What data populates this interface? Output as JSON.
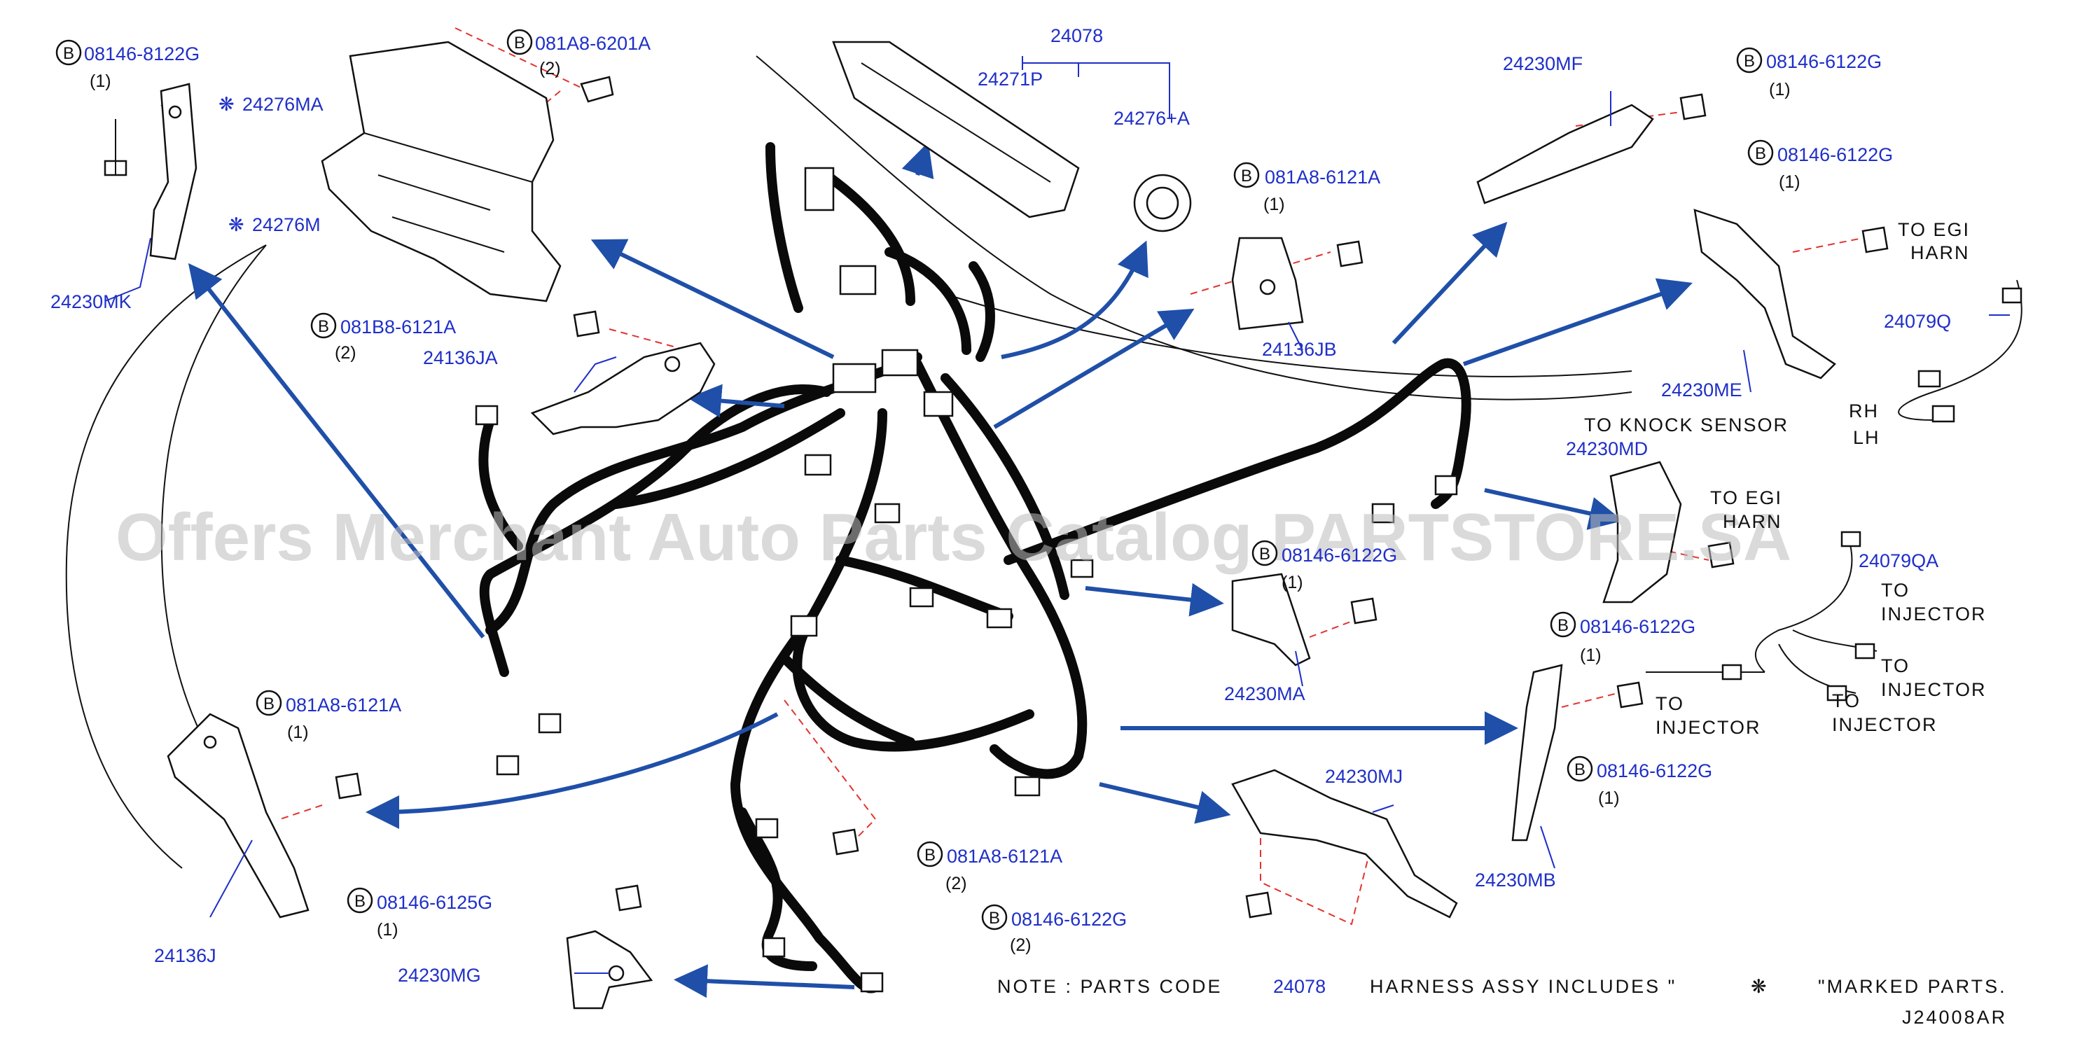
{
  "colors": {
    "part_number": "#1f2fc8",
    "arrow": "#1f4fa8",
    "dashed_line": "#e2342f",
    "harness": "#0a0a0a"
  },
  "watermark": "Offers Merchant Auto Parts Catalog PARTSTORE.SA",
  "bolt_badge_letter": "B",
  "callouts": [
    {
      "pn": "08146-8122G",
      "qty": "(1)",
      "badge": true
    },
    {
      "pn": "081A8-6201A",
      "qty": "(2)",
      "badge": true
    },
    {
      "pn": "24276MA",
      "marked": true
    },
    {
      "pn": "24276M",
      "marked": true
    },
    {
      "pn": "24230MK"
    },
    {
      "pn": "081B8-6121A",
      "qty": "(2)",
      "badge": true
    },
    {
      "pn": "24136JA"
    },
    {
      "pn": "24078"
    },
    {
      "pn": "24271P"
    },
    {
      "pn": "24276+A"
    },
    {
      "pn": "081A8-6121A",
      "qty": "(1)",
      "badge": true
    },
    {
      "pn": "24136JB"
    },
    {
      "pn": "24230MF"
    },
    {
      "pn": "08146-6122G",
      "qty": "(1)",
      "badge": true
    },
    {
      "pn": "08146-6122G",
      "qty": "(1)",
      "badge": true
    },
    {
      "pn": "24079Q"
    },
    {
      "pn": "24230ME"
    },
    {
      "pn": "24230MD"
    },
    {
      "pn": "24079QA"
    },
    {
      "pn": "08146-6122G",
      "qty": "(1)",
      "badge": true
    },
    {
      "pn": "24230MA"
    },
    {
      "pn": "08146-6122G",
      "qty": "(1)",
      "badge": true
    },
    {
      "pn": "08146-6122G",
      "qty": "(1)",
      "badge": true
    },
    {
      "pn": "24230MB"
    },
    {
      "pn": "24230MJ"
    },
    {
      "pn": "081A8-6121A",
      "qty": "(1)",
      "badge": true
    },
    {
      "pn": "24136J"
    },
    {
      "pn": "081A8-6121A",
      "qty": "(2)",
      "badge": true
    },
    {
      "pn": "08146-6125G",
      "qty": "(1)",
      "badge": true
    },
    {
      "pn": "24230MG"
    },
    {
      "pn": "08146-6122G",
      "qty": "(2)",
      "badge": true
    }
  ],
  "labels": {
    "to_egi_harn_top": [
      "TO  EGI",
      "HARN"
    ],
    "rh": "RH",
    "lh": "LH",
    "to_knock_sensor": "TO  KNOCK  SENSOR",
    "to_egi_harn_mid": [
      "TO  EGI",
      "HARN"
    ],
    "to_injector_1": [
      "TO",
      "INJECTOR"
    ],
    "to_injector_2": [
      "TO",
      "INJECTOR"
    ],
    "to_injector_3": [
      "TO",
      "INJECTOR"
    ],
    "to_injector_4": [
      "TO",
      "INJECTOR"
    ]
  },
  "note": {
    "prefix": "NOTE  :  PARTS  CODE",
    "code": "24078",
    "middle": "HARNESS  ASSY     INCLUDES  \"",
    "symbol": "❋",
    "suffix": "\"MARKED  PARTS."
  },
  "figure_id": "J24008AR"
}
